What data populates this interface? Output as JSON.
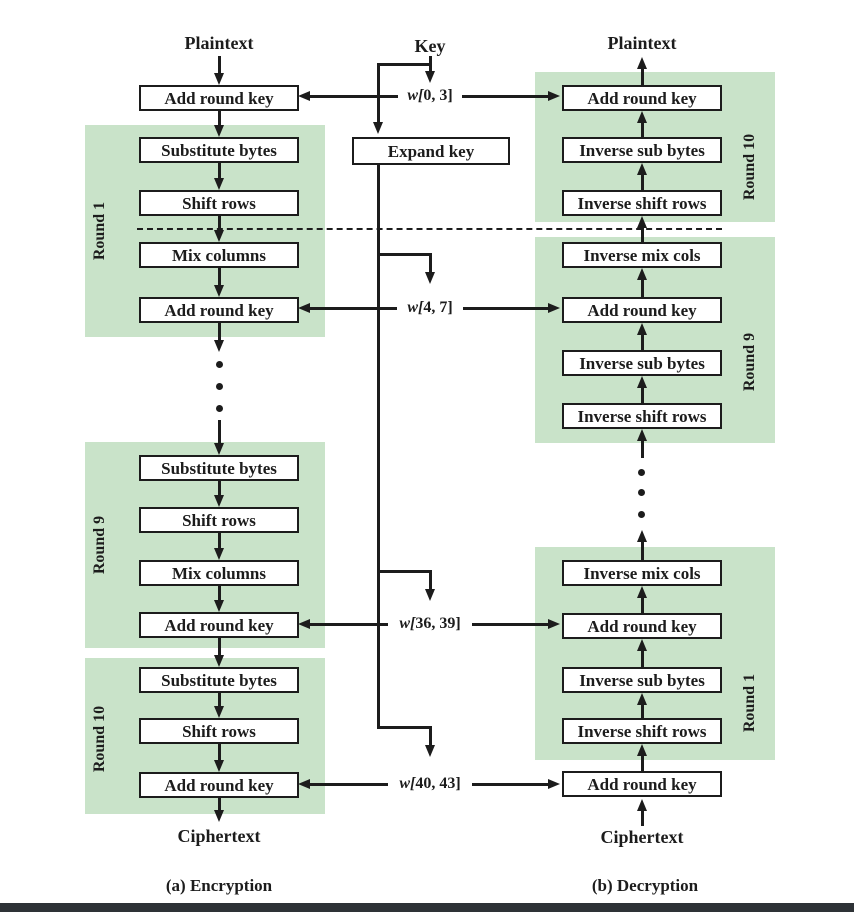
{
  "encryption": {
    "input_label": "Plaintext",
    "output_label": "Ciphertext",
    "caption": "(a) Encryption",
    "pre_round_box": "Add round key",
    "rounds": [
      {
        "label": "Round 1",
        "steps": [
          "Substitute bytes",
          "Shift rows",
          "Mix columns",
          "Add round key"
        ]
      },
      {
        "label": "Round 9",
        "steps": [
          "Substitute bytes",
          "Shift rows",
          "Mix columns",
          "Add round key"
        ]
      },
      {
        "label": "Round 10",
        "steps": [
          "Substitute bytes",
          "Shift rows",
          "Add round key"
        ]
      }
    ]
  },
  "key_schedule": {
    "key_label": "Key",
    "expand_key_box": "Expand key",
    "round_keys": [
      "w[0, 3]",
      "w[4, 7]",
      "w[36, 39]",
      "w[40, 43]"
    ]
  },
  "decryption": {
    "input_label": "Ciphertext",
    "output_label": "Plaintext",
    "caption": "(b) Decryption",
    "final_round_box": "Add round key",
    "rounds": [
      {
        "label": "Round 10",
        "steps": [
          "Add round key",
          "Inverse sub bytes",
          "Inverse shift rows"
        ]
      },
      {
        "label": "Round 9",
        "steps": [
          "Inverse mix cols",
          "Add round key",
          "Inverse sub bytes",
          "Inverse shift rows"
        ]
      },
      {
        "label": "Round 1",
        "steps": [
          "Inverse mix cols",
          "Add round key",
          "Inverse sub bytes",
          "Inverse shift rows"
        ]
      }
    ]
  },
  "colors": {
    "round_group_bg": "#c9e3c9",
    "line": "#1c1c1c",
    "bottom_bar": "#2e3236"
  }
}
